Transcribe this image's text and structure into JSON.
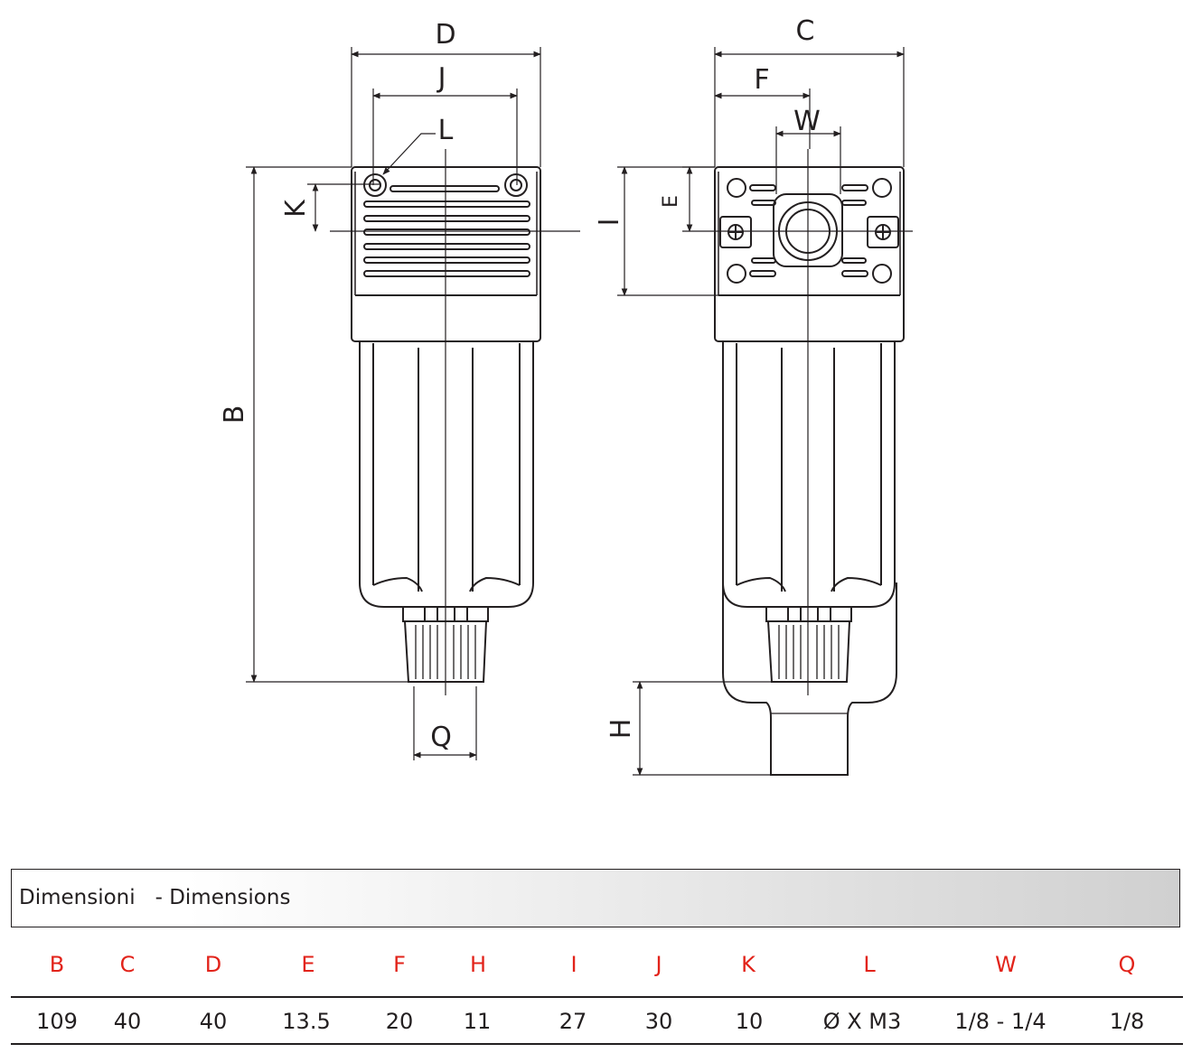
{
  "labels": {
    "D": "D",
    "J": "J",
    "L": "L",
    "K": "K",
    "B": "B",
    "Q": "Q",
    "C": "C",
    "F": "F",
    "W": "W",
    "E": "E",
    "I": "I",
    "H": "H"
  },
  "table": {
    "title": "Dimensioni   - Dimensions",
    "headers": [
      "B",
      "C",
      "D",
      "E",
      "F",
      "H",
      "I",
      "J",
      "K",
      "L",
      "W",
      "Q"
    ],
    "values": [
      "109",
      "40",
      "40",
      "13.5",
      "20",
      "11",
      "27",
      "30",
      "10",
      "Ø X M3",
      "1/8 - 1/4",
      "1/8"
    ]
  },
  "colors": {
    "header_text": "#e2231a",
    "ink": "#231f20"
  }
}
